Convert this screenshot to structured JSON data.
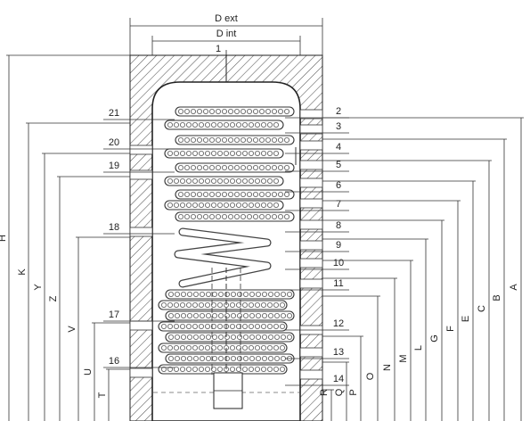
{
  "dimensions": {
    "outer": "D ext",
    "inner": "D int"
  },
  "left_callouts": [
    "21",
    "20",
    "19",
    "18",
    "17",
    "16"
  ],
  "right_callouts": [
    "1",
    "2",
    "3",
    "4",
    "5",
    "6",
    "7",
    "8",
    "9",
    "10",
    "11",
    "12",
    "13",
    "14"
  ],
  "left_dims": [
    "H",
    "K",
    "Y",
    "Z",
    "V",
    "U",
    "T"
  ],
  "right_dims": [
    "A",
    "B",
    "C",
    "E",
    "F",
    "G",
    "L",
    "M",
    "N",
    "O",
    "P",
    "Q",
    "R"
  ]
}
